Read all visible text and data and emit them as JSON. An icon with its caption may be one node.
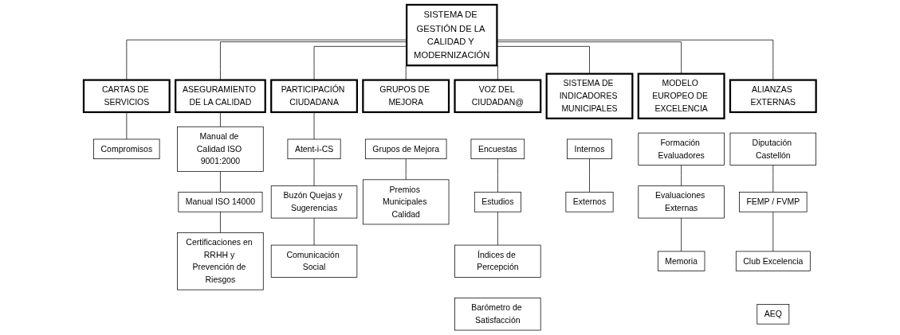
{
  "diagram": {
    "nodes": [
      {
        "text": [
          "SISTEMA DE GESTIÓN DE LA CALIDAD Y MODERNIZACIÓN"
        ]
      },
      {
        "text": [
          "CARTAS DE SERVICIOS"
        ]
      },
      {
        "text": [
          "ASEGURAMIENTO DE LA CALIDAD"
        ]
      },
      {
        "text": [
          "PARTICIPACIÓN CIUDADANA"
        ]
      },
      {
        "text": [
          "GRUPOS DE MEJORA"
        ]
      },
      {
        "text": [
          "VOZ DEL CIUDADAN@"
        ]
      },
      {
        "text": [
          "SISTEMA DE INDICADORES MUNICIPALES"
        ]
      },
      {
        "text": [
          "MODELO EUROPEO DE EXCELENCIA"
        ]
      },
      {
        "text": [
          "ALIANZAS EXTERNAS"
        ]
      },
      {
        "text": [
          "Compromisos"
        ]
      },
      {
        "text": [
          "Manual de Calidad ISO 9001:2000"
        ]
      },
      {
        "text": [
          "Manual ISO 14000"
        ]
      },
      {
        "text": [
          "Certificaciones en RRHH y Prevención de Riesgos"
        ]
      },
      {
        "text": [
          "Atent-i-CS"
        ]
      },
      {
        "text": [
          "Buzón Quejas y Sugerencias"
        ]
      },
      {
        "text": [
          "Comunicación Social"
        ]
      },
      {
        "text": [
          "Grupos de Mejora"
        ]
      },
      {
        "text": [
          "Premios Municipales Calidad"
        ]
      },
      {
        "text": [
          "Encuestas"
        ]
      },
      {
        "text": [
          "Estudios"
        ]
      },
      {
        "text": [
          "Índices de Percepción"
        ]
      },
      {
        "text": [
          "Barómetro de Satisfacción"
        ]
      },
      {
        "text": [
          "Internos"
        ]
      },
      {
        "text": [
          "Externos"
        ]
      },
      {
        "text": [
          "Formación Evaluadores"
        ]
      },
      {
        "text": [
          "Evaluaciones Externas"
        ]
      },
      {
        "text": [
          "Memoria"
        ]
      },
      {
        "text": [
          "Diputación Castellón"
        ]
      },
      {
        "text": [
          "FEMP / FVMP"
        ]
      },
      {
        "text": [
          "Club Excelencia"
        ]
      },
      {
        "text": [
          "AEQ"
        ]
      }
    ],
    "edges": [
      {
        "from": 0,
        "to": 1,
        "arrow": "none"
      },
      {
        "from": 0,
        "to": 2,
        "arrow": "none"
      },
      {
        "from": 0,
        "to": 3,
        "arrow": "none"
      },
      {
        "from": 0,
        "to": 4,
        "arrow": "none"
      },
      {
        "from": 0,
        "to": 5,
        "arrow": "none"
      },
      {
        "from": 0,
        "to": 6,
        "arrow": "none"
      },
      {
        "from": 0,
        "to": 7,
        "arrow": "none"
      },
      {
        "from": 0,
        "to": 8,
        "arrow": "none"
      },
      {
        "from": 1,
        "to": 9,
        "arrow": "none"
      },
      {
        "from": 2,
        "to": 10,
        "arrow": "none"
      },
      {
        "from": 10,
        "to": 11,
        "arrow": "none"
      },
      {
        "from": 11,
        "to": 12,
        "arrow": "none"
      },
      {
        "from": 3,
        "to": 13,
        "arrow": "none"
      },
      {
        "from": 13,
        "to": 14,
        "arrow": "none"
      },
      {
        "from": 14,
        "to": 15,
        "arrow": "none"
      },
      {
        "from": 16,
        "to": 17,
        "arrow": "none"
      },
      {
        "from": 18,
        "to": 19,
        "arrow": "none"
      },
      {
        "from": 19,
        "to": 20,
        "arrow": "none"
      },
      {
        "from": 22,
        "to": 23,
        "arrow": "none"
      },
      {
        "from": 24,
        "to": 25,
        "arrow": "none"
      },
      {
        "from": 25,
        "to": 26,
        "arrow": "none"
      },
      {
        "from": 27,
        "to": 28,
        "arrow": "none"
      },
      {
        "from": 28,
        "to": 29,
        "arrow": "none"
      }
    ]
  }
}
